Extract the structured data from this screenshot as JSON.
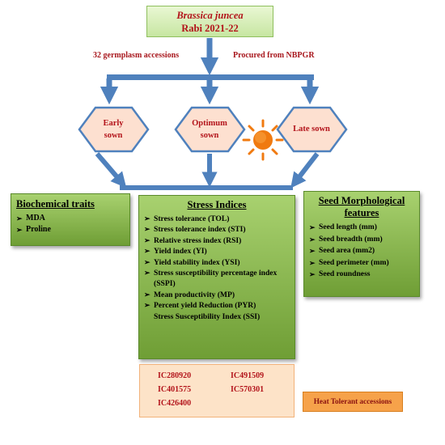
{
  "title": {
    "line1": "Brassica juncea",
    "line2": "Rabi 2021-22"
  },
  "labels": {
    "accessions": "32 germplasm accessions",
    "procured": "Procured from NBPGR"
  },
  "sowing": [
    {
      "line1": "Early",
      "line2": "sown"
    },
    {
      "line1": "Optimum",
      "line2": "sown"
    },
    {
      "line1": "Late sown",
      "line2": ""
    }
  ],
  "biochemical": {
    "heading": "Biochemical traits",
    "items": [
      "MDA",
      "Proline"
    ]
  },
  "stress_indices": {
    "heading": "Stress Indices",
    "items": [
      "Stress tolerance (TOL)",
      "Stress tolerance index (STI)",
      "Relative stress index (RSI)",
      "Yield index (YI)",
      "Yield stability index (YSI)",
      "Stress susceptibility percentage index (SSPI)",
      "Mean productivity (MP)",
      "Percent yield Reduction (PYR)",
      "Stress Susceptibility Index (SSI)"
    ]
  },
  "seed_morphology": {
    "heading_line1": "Seed Morphological",
    "heading_line2": "features",
    "items": [
      "Seed length (mm)",
      "Seed breadth (mm)",
      "Seed area (mm2)",
      " Seed perimeter (mm)",
      "Seed roundness"
    ]
  },
  "tolerant_accessions": [
    "IC280920",
    "IC491509",
    "IC401575",
    "IC570301",
    "IC426400"
  ],
  "heat_tolerant_label": "Heat Tolerant accessions",
  "colors": {
    "arrow_blue": "#4f81bd",
    "hex_fill": "#fde0d0",
    "text_red": "#b3141b",
    "box_green": "#8fbf55",
    "accession_fill": "#fde3c8",
    "heat_fill": "#f6a24a",
    "sun": "#f07a10"
  },
  "icons": {
    "sun": "sun-icon"
  }
}
